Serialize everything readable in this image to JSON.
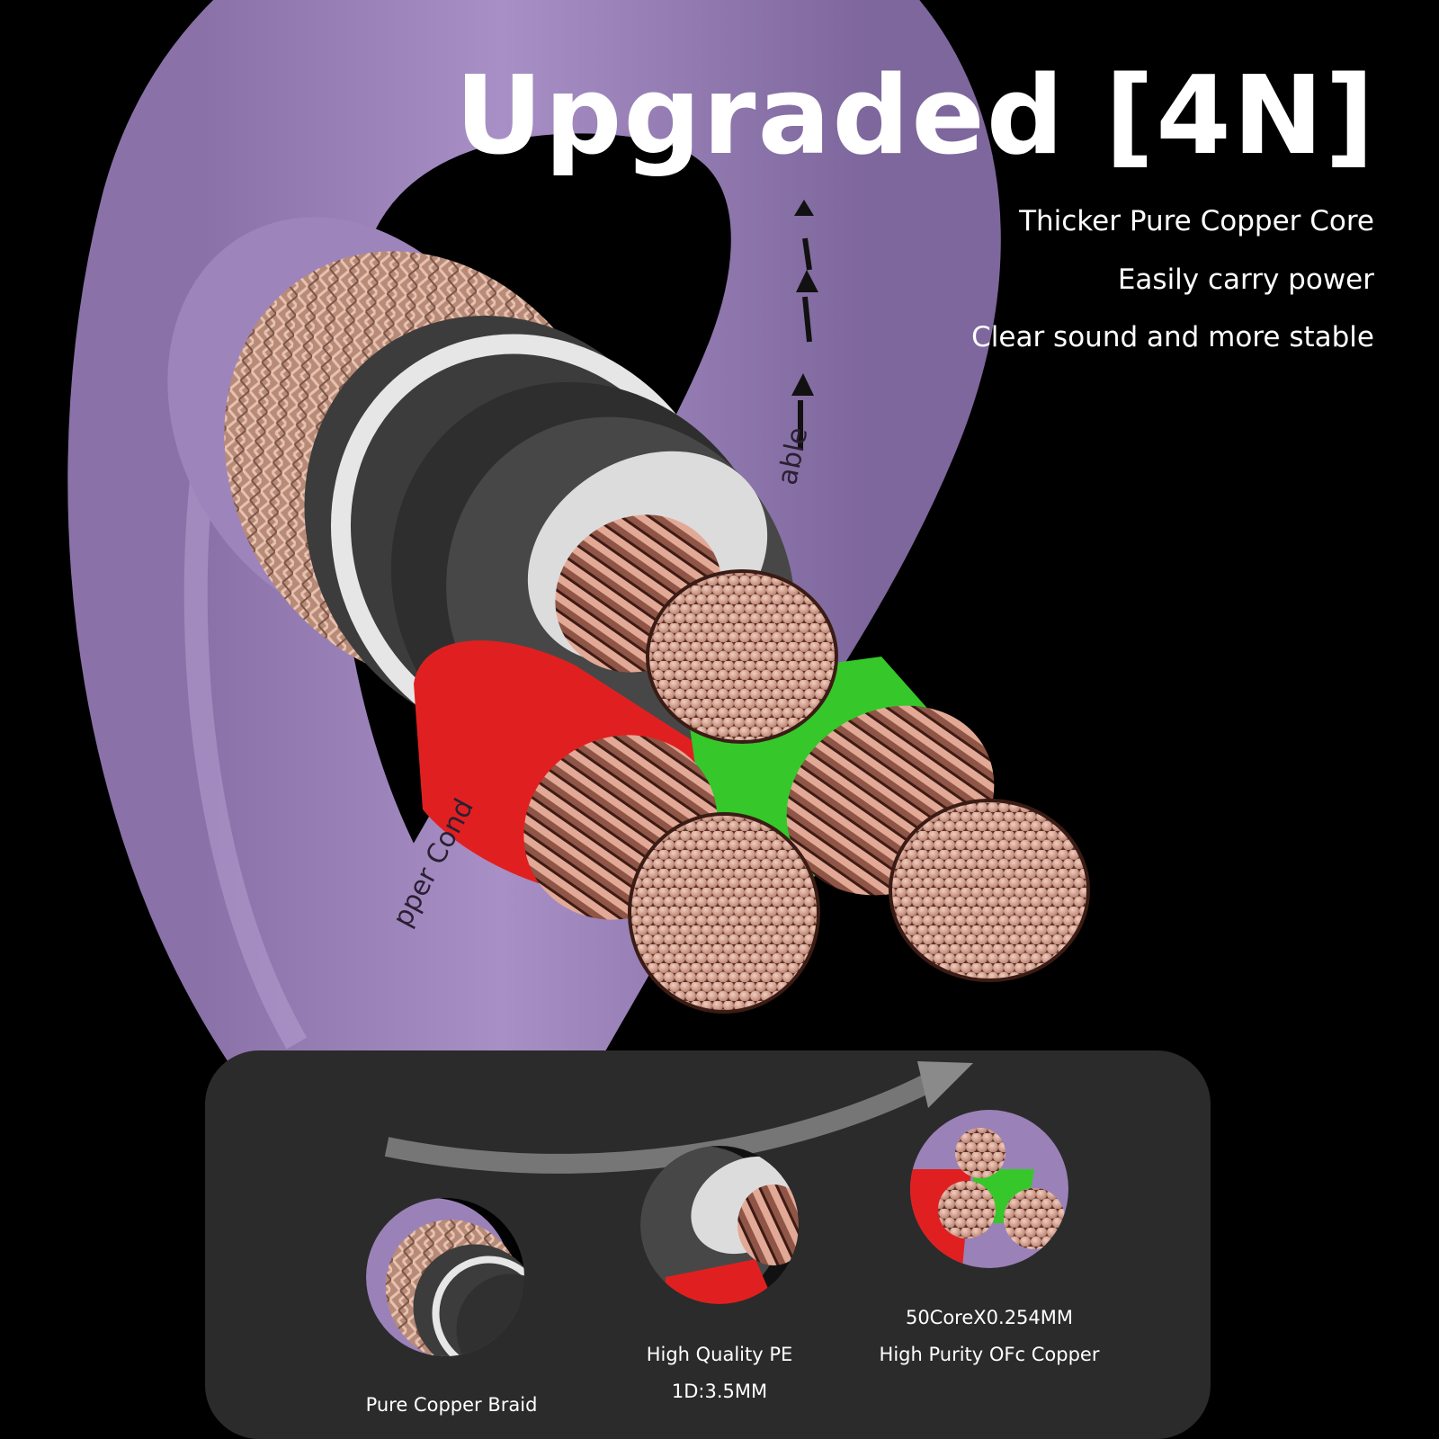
{
  "headline": "Upgraded [4N]",
  "features": [
    "Thicker Pure Copper Core",
    "Easily carry power",
    "Clear sound and more stable"
  ],
  "cable_print": {
    "left": "pper   Cond",
    "right": "able"
  },
  "bottom_panel": {
    "braid_caption": "Pure Copper Braid",
    "pe_caption_1": "High Quality PE",
    "pe_caption_2": "1D:3.5MM",
    "copper_caption_1": "50CoreX0.254MM",
    "copper_caption_2": "High Purity OFc Copper"
  },
  "colors": {
    "background": "#000000",
    "jacket": "#9a82b8",
    "copper": "#c98f7d",
    "red_insulation": "#e02020",
    "green_insulation": "#36c72a",
    "panel": "#2b2b2b"
  }
}
